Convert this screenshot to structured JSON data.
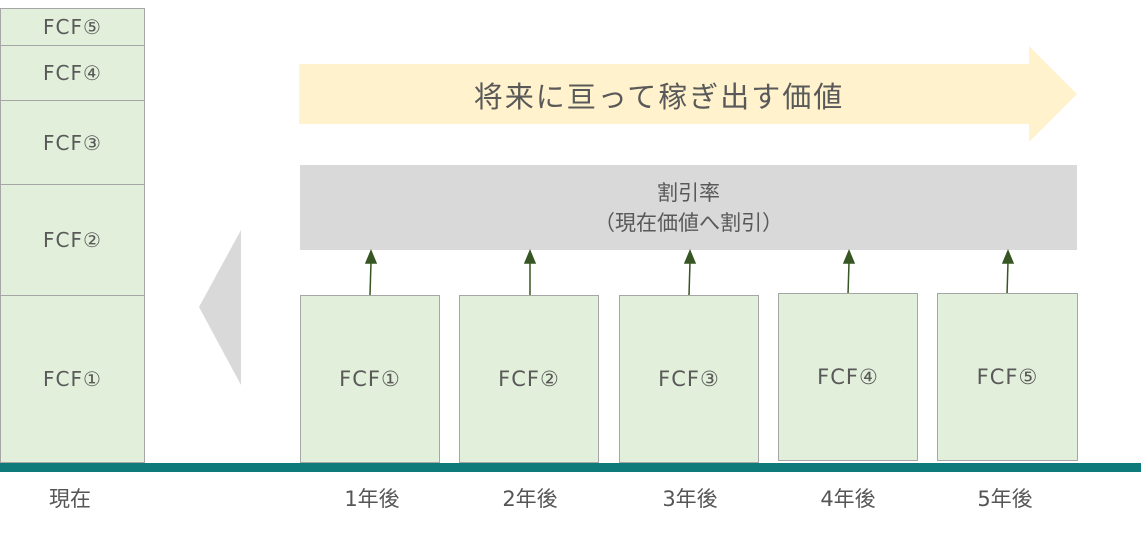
{
  "stack": {
    "items": [
      "FCF⑤",
      "FCF④",
      "FCF③",
      "FCF②",
      "FCF①"
    ]
  },
  "arrow_label": "将来に亘って稼ぎ出す価値",
  "rate": {
    "line1": "割引率",
    "line2": "（現在価値へ割引）"
  },
  "future_boxes": [
    "FCF①",
    "FCF②",
    "FCF③",
    "FCF④",
    "FCF⑤"
  ],
  "timeline": {
    "labels": [
      "現在",
      "1年後",
      "2年後",
      "3年後",
      "4年後",
      "5年後"
    ]
  },
  "colors": {
    "box_fill": "#e2efda",
    "arrow_fill": "#fff2cc",
    "rate_fill": "#d9d9d9",
    "timeline": "#0e7a79",
    "up_arrow": "#375623"
  }
}
